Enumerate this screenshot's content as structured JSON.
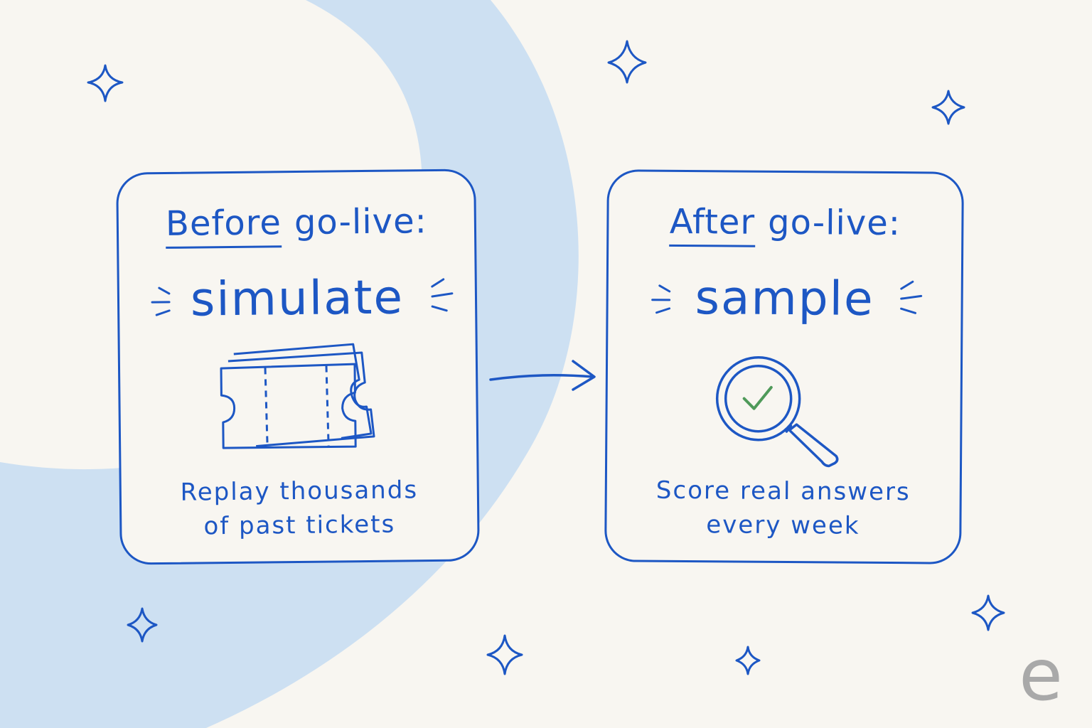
{
  "colors": {
    "background": "#f8f6f1",
    "accent_blue": "#1d57c4",
    "arc_blue": "#cde0f2",
    "check_green": "#4f9a5a",
    "logo_gray": "#a9a9a9"
  },
  "before": {
    "stage": "Before",
    "heading_rest": "go-live:",
    "verb": "simulate",
    "caption_line1": "Replay thousands",
    "caption_line2": "of past tickets",
    "icon": "tickets-icon"
  },
  "after": {
    "stage": "After",
    "heading_rest": "go-live:",
    "verb": "sample",
    "caption_line1": "Score real answers",
    "caption_line2": "every week",
    "icon": "magnifier-check-icon"
  },
  "connector_icon": "arrow-right-icon",
  "decorations": "sparkle-icon",
  "logo": {
    "letter": "e"
  }
}
